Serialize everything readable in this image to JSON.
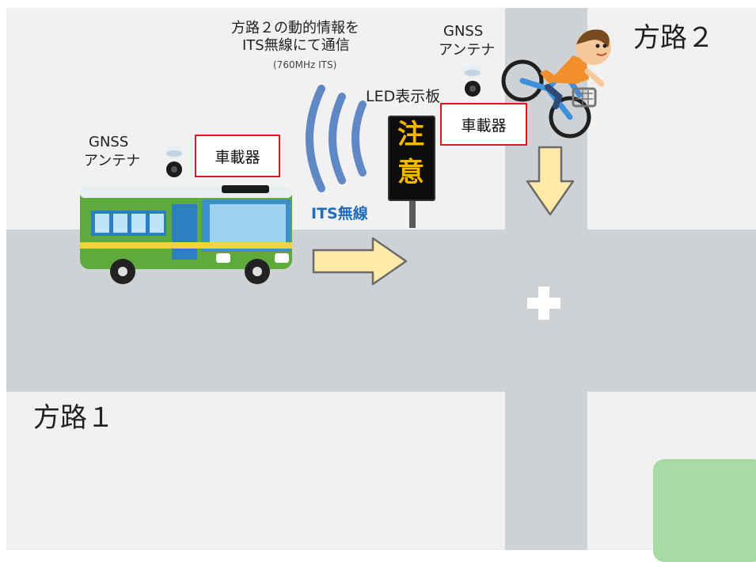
{
  "labels": {
    "road1": "方路１",
    "road2": "方路２",
    "comm_line1": "方路２の動的情報を",
    "comm_line2": "ITS無線にて通信",
    "comm_freq": "(760MHz ITS)",
    "led_board": "LED表示板",
    "its_wireless": "ITS無線",
    "gnss_bus_line1": "GNSS",
    "gnss_bus_line2": "アンテナ",
    "gnss_bike_line1": "GNSS",
    "gnss_bike_line2": "アンテナ",
    "onboard_unit_bus": "車載器",
    "onboard_unit_bike": "車載器",
    "sign_char1": "注",
    "sign_char2": "意"
  },
  "colors": {
    "its_label": "#1f6bbf",
    "signal_waves": "#5f88c4",
    "arrow_fill": "#fde9a8",
    "arrow_stroke": "#6b6b6b",
    "sign_text": "#f5b800",
    "red_box_border": "#e0161e",
    "road": "#cfd2d5",
    "ground": "#f1f1f1",
    "grass": "#a6dca3",
    "bus_green": "#5dab3a"
  },
  "icons": [
    "bus-icon",
    "bicycle-rider-icon",
    "gnss-antenna-icon",
    "led-sign-icon",
    "radio-waves-icon",
    "arrow-right-icon",
    "arrow-down-icon"
  ]
}
